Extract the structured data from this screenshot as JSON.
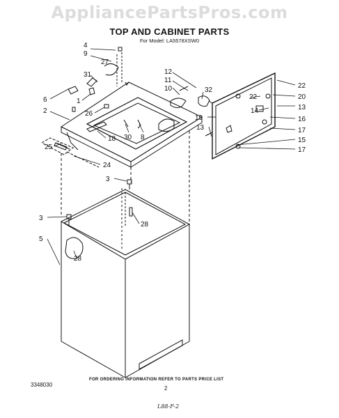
{
  "watermark": "AppliancePartsPros.com",
  "header": {
    "title": "TOP AND CABINET PARTS",
    "model": "For Model: LA5578XSW0"
  },
  "callouts": {
    "c4": "4",
    "c9": "9",
    "c27": "27",
    "c31": "31",
    "c1": "1",
    "c6": "6",
    "c2": "2",
    "c26": "26",
    "c18": "18",
    "c30": "30",
    "c8": "8",
    "c25": "25",
    "c24": "24",
    "c12": "12",
    "c11": "11",
    "c10": "10",
    "c32": "32",
    "c22a": "22",
    "c22b": "22",
    "c20": "20",
    "c14": "14",
    "c13a": "13",
    "c13b": "13",
    "c19": "19",
    "c16": "16",
    "c17a": "17",
    "c17b": "17",
    "c15": "15",
    "c3a": "3",
    "c3b": "3",
    "c28a": "28",
    "c28b": "28",
    "c5": "5"
  },
  "footer": {
    "doc_number": "3348030",
    "ordering_note": "FOR ORDERING INFORMATION REFER TO PARTS PRICE LIST",
    "page_number": "2",
    "handwritten": "L88-F-2"
  }
}
